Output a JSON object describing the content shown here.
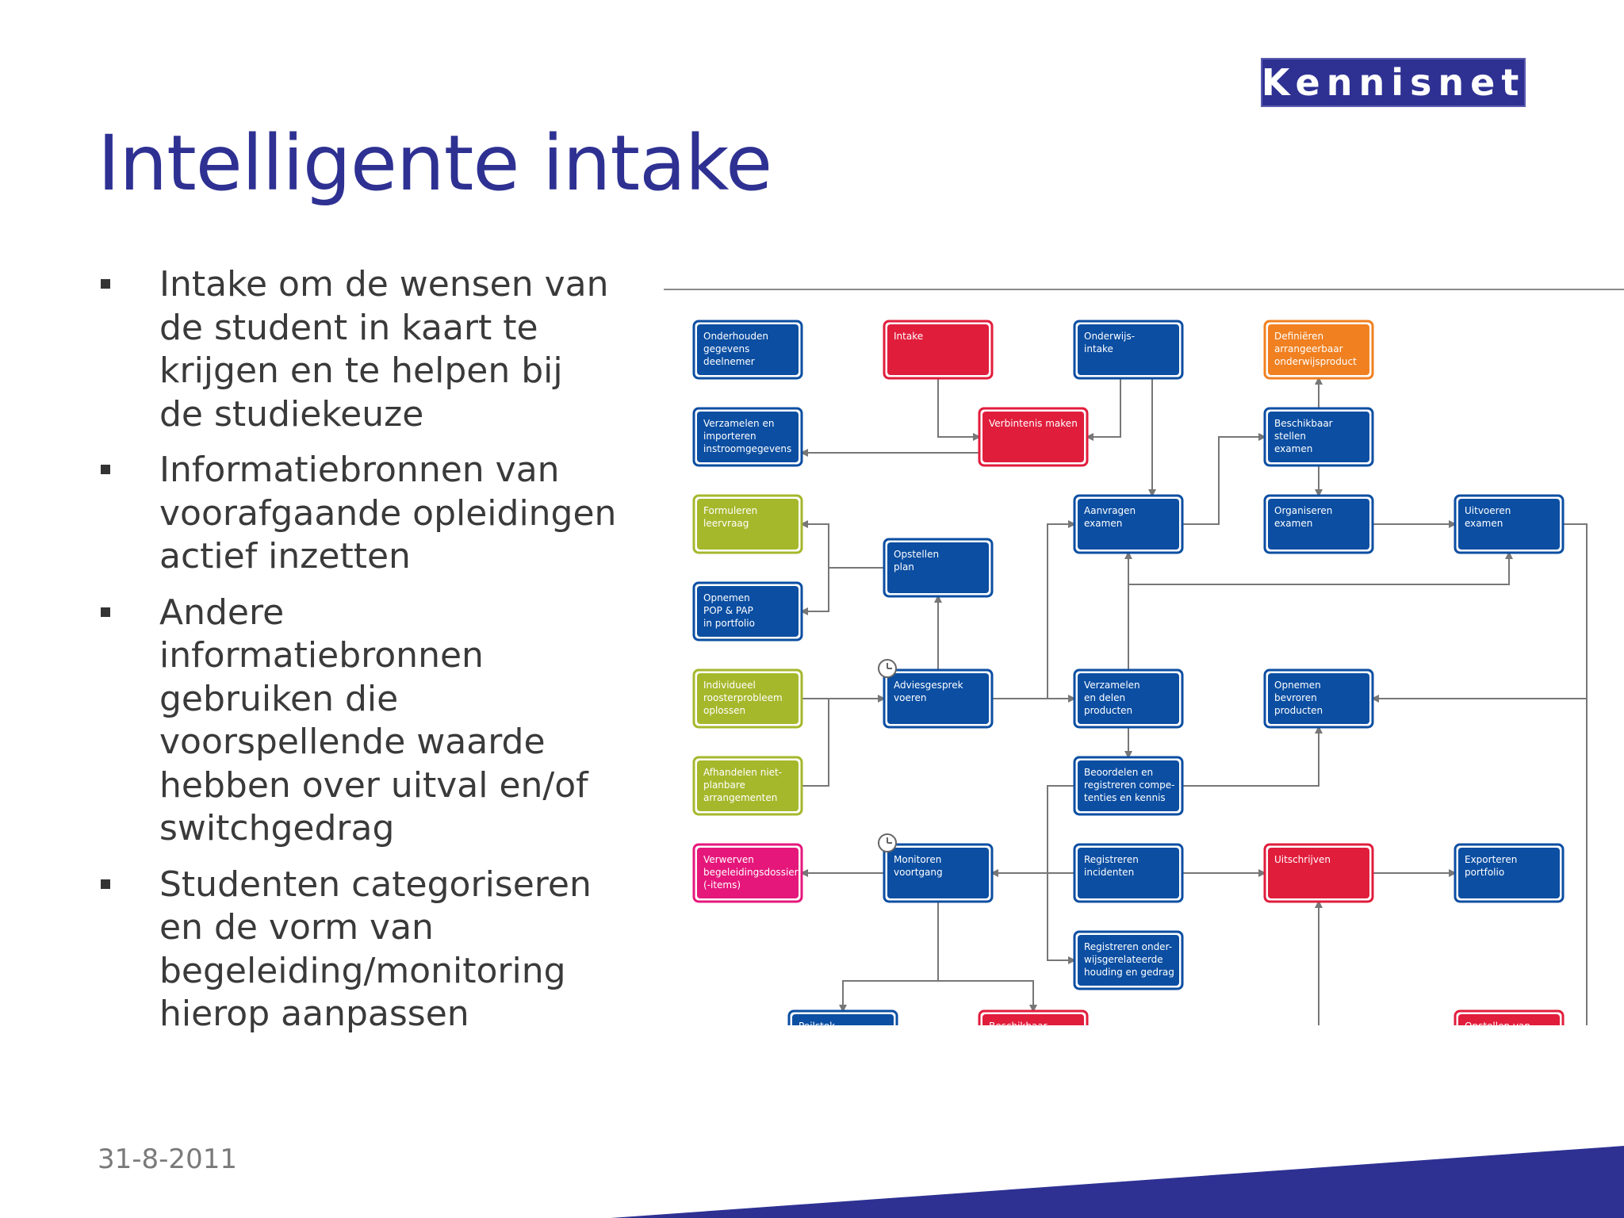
{
  "logo": {
    "text": "Kennisnet"
  },
  "title": "Intelligente intake",
  "bullets": [
    {
      "text": "Intake om de wensen van\nde student in kaart te\nkrijgen en te helpen bij\nde studiekeuze"
    },
    {
      "text": "Informatiebronnen van\nvoorafgaande opleidingen\nactief inzetten"
    },
    {
      "text": "Andere\ninformatiebronnen\ngebruiken die\nvoorspellende waarde\nhebben over uitval en/of\nswitchgedrag"
    },
    {
      "text": "Studenten categoriseren\nen de vorm van\nbegeleiding/monitoring\nhierop aanpassen"
    }
  ],
  "date": "31-8-2011",
  "colors": {
    "title": "#2e3192",
    "blue": "#0b4ea2",
    "red": "#e11d3c",
    "orange": "#f08020",
    "green": "#a5b82c",
    "magenta": "#e5177b",
    "wedge": "#2e3192"
  },
  "diagram": {
    "nodes": [
      {
        "id": "onderhouden",
        "color": "blue",
        "lines": [
          "Onderhouden",
          "gegevens",
          "deelnemer"
        ]
      },
      {
        "id": "intake",
        "color": "red",
        "lines": [
          "Intake"
        ]
      },
      {
        "id": "onderwijsintake",
        "color": "blue",
        "lines": [
          "Onderwijs-",
          "intake"
        ]
      },
      {
        "id": "definieren",
        "color": "orange",
        "lines": [
          "Definiëren",
          "arrangeerbaar",
          "onderwijsproduct"
        ]
      },
      {
        "id": "verzamelen-instroom",
        "color": "blue",
        "lines": [
          "Verzamelen en",
          "importeren",
          "instroomgegevens"
        ]
      },
      {
        "id": "verbintenis",
        "color": "red",
        "lines": [
          "Verbintenis maken"
        ]
      },
      {
        "id": "beschikbaar-examen",
        "color": "blue",
        "lines": [
          "Beschikbaar",
          "stellen",
          "examen"
        ]
      },
      {
        "id": "formuleren",
        "color": "green",
        "lines": [
          "Formuleren",
          "leervraag"
        ]
      },
      {
        "id": "aanvragen",
        "color": "blue",
        "lines": [
          "Aanvragen",
          "examen"
        ]
      },
      {
        "id": "organiseren",
        "color": "blue",
        "lines": [
          "Organiseren",
          "examen"
        ]
      },
      {
        "id": "uitvoeren",
        "color": "blue",
        "lines": [
          "Uitvoeren",
          "examen"
        ]
      },
      {
        "id": "opstellen-plan",
        "color": "blue",
        "lines": [
          "Opstellen",
          "plan"
        ]
      },
      {
        "id": "opnemen-pop",
        "color": "blue",
        "lines": [
          "Opnemen",
          "POP & PAP",
          "in portfolio"
        ]
      },
      {
        "id": "individueel",
        "color": "green",
        "lines": [
          "Individueel",
          "roosterprobleem",
          "oplossen"
        ]
      },
      {
        "id": "adviesgesprek",
        "color": "blue",
        "lines": [
          "Adviesgesprek",
          "voeren"
        ]
      },
      {
        "id": "verzamelen-producten",
        "color": "blue",
        "lines": [
          "Verzamelen",
          "en delen",
          "producten"
        ]
      },
      {
        "id": "opnemen-bevroren",
        "color": "blue",
        "lines": [
          "Opnemen",
          "bevroren",
          "producten"
        ]
      },
      {
        "id": "afhandelen",
        "color": "green",
        "lines": [
          "Afhandelen niet-",
          "planbare",
          "arrangementen"
        ]
      },
      {
        "id": "beoordelen",
        "color": "blue",
        "lines": [
          "Beoordelen en",
          "registreren compe-",
          "tenties en kennis"
        ]
      },
      {
        "id": "verwerven",
        "color": "magenta",
        "lines": [
          "Verwerven",
          "begeleidingsdossier",
          "(-items)"
        ]
      },
      {
        "id": "monitoren",
        "color": "blue",
        "lines": [
          "Monitoren",
          "voortgang"
        ]
      },
      {
        "id": "registreren-incidenten",
        "color": "blue",
        "lines": [
          "Registreren",
          "incidenten"
        ]
      },
      {
        "id": "uitschrijven",
        "color": "red",
        "lines": [
          "Uitschrijven"
        ]
      },
      {
        "id": "exporteren",
        "color": "blue",
        "lines": [
          "Exporteren",
          "portfolio"
        ]
      },
      {
        "id": "registreren-gedrag",
        "color": "blue",
        "lines": [
          "Registreren onder-",
          "wijsgerelateerde",
          "houding en gedrag"
        ]
      },
      {
        "id": "peilstok",
        "color": "blue",
        "lines": [
          "Peilstok"
        ]
      },
      {
        "id": "beschikbaar2",
        "color": "red",
        "lines": [
          "Beschikbaar"
        ]
      },
      {
        "id": "opstellen-van",
        "color": "red",
        "lines": [
          "Opstellen van"
        ]
      }
    ]
  }
}
